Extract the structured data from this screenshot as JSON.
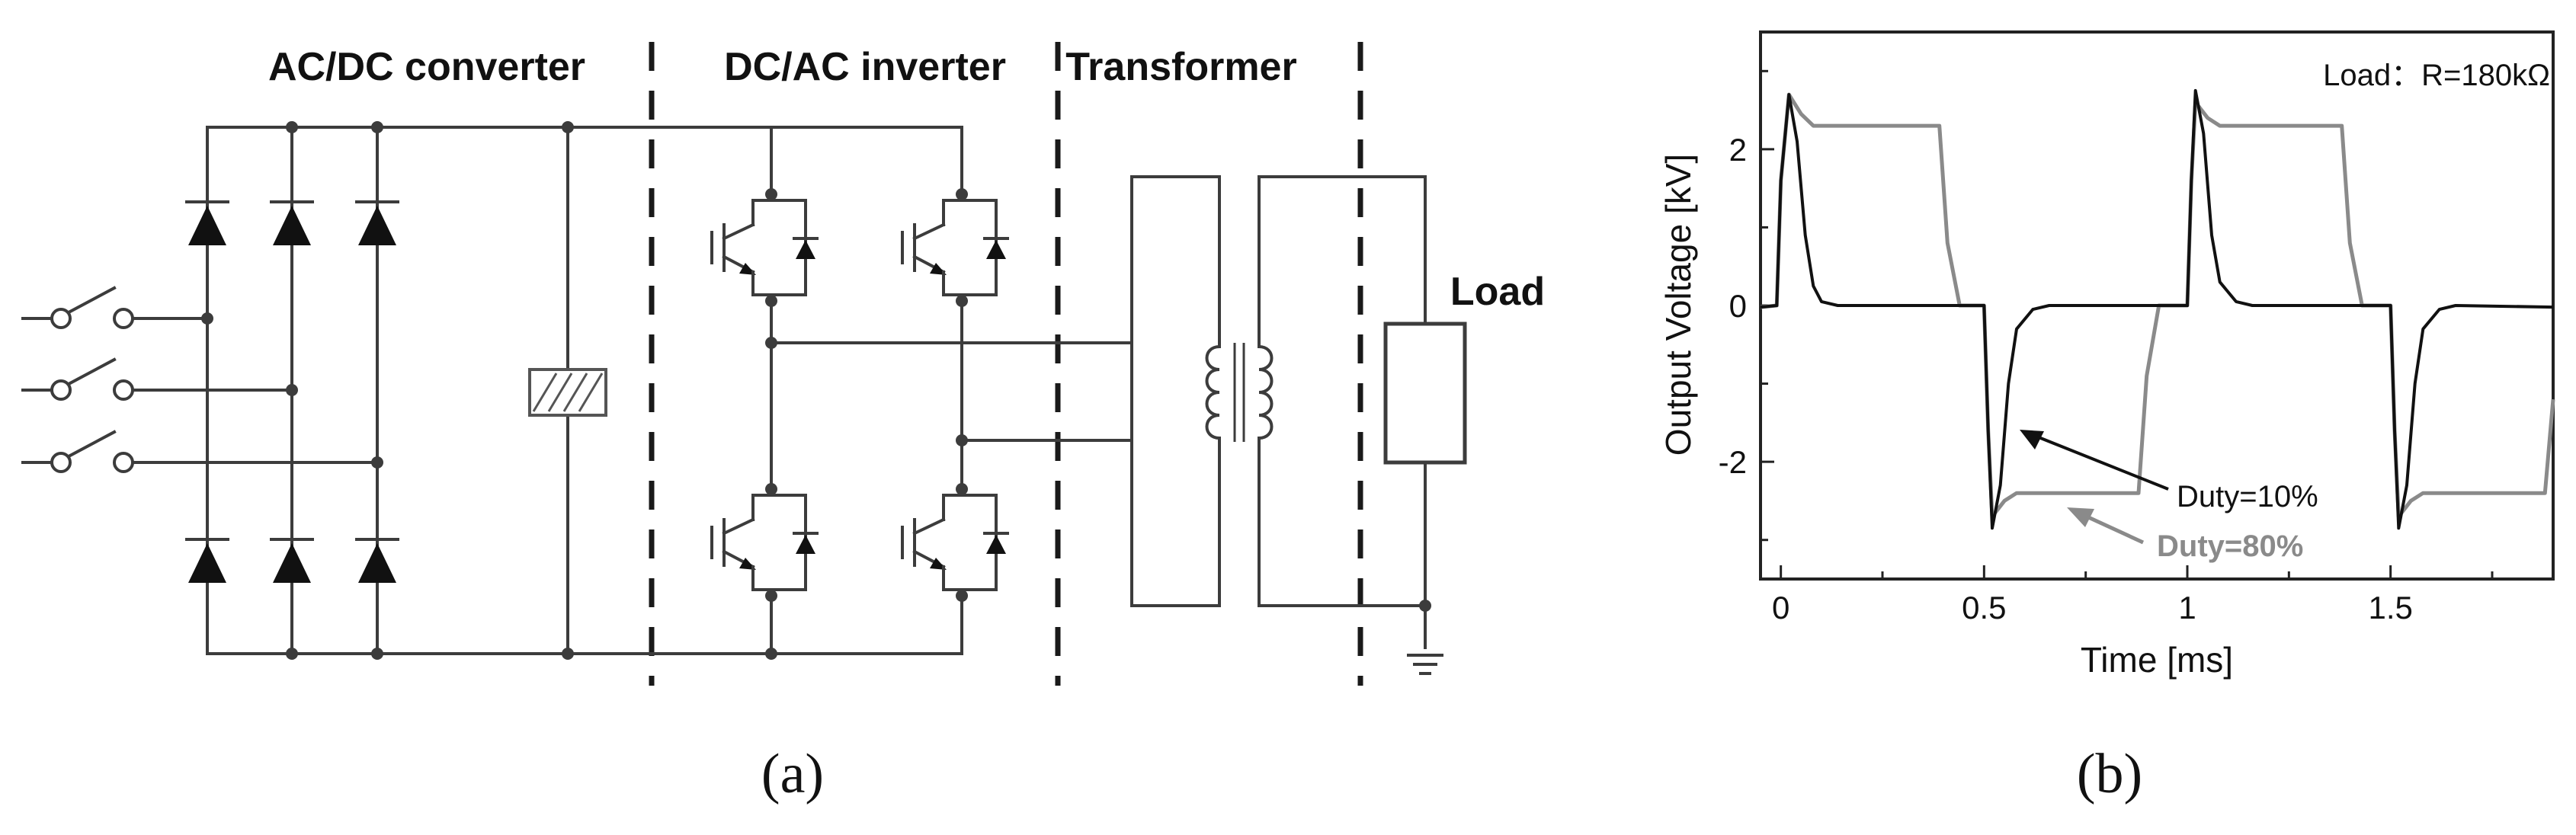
{
  "diagram": {
    "sections": {
      "acdc": "AC/DC converter",
      "dcac": "DC/AC inverter",
      "transformer": "Transformer"
    },
    "load_label": "Load",
    "caption": "(a)"
  },
  "chart_data": {
    "type": "line",
    "annotation_box": "Load：R=180kΩ",
    "xlabel": "Time [ms]",
    "ylabel": "Output Voltage [kV]",
    "xlim": [
      -0.05,
      1.9
    ],
    "ylim": [
      -3.5,
      3.5
    ],
    "xticks": [
      "0",
      "0.5",
      "1",
      "1.5"
    ],
    "yticks": [
      "2",
      "0",
      "-2"
    ],
    "grid": false,
    "caption": "(b)",
    "series": [
      {
        "name": "Duty=10%",
        "color": "#111111",
        "x": [
          -0.05,
          -0.01,
          0.0,
          0.02,
          0.04,
          0.06,
          0.08,
          0.1,
          0.14,
          0.5,
          0.51,
          0.52,
          0.54,
          0.56,
          0.58,
          0.62,
          0.66,
          1.0,
          1.01,
          1.02,
          1.04,
          1.06,
          1.08,
          1.12,
          1.16,
          1.5,
          1.51,
          1.52,
          1.54,
          1.56,
          1.58,
          1.62,
          1.66,
          1.9
        ],
        "y": [
          -0.02,
          0.0,
          1.6,
          2.7,
          2.1,
          0.9,
          0.25,
          0.05,
          0.0,
          0.0,
          -1.6,
          -2.85,
          -2.3,
          -1.0,
          -0.3,
          -0.05,
          0.0,
          0.0,
          1.6,
          2.75,
          2.2,
          0.9,
          0.3,
          0.05,
          0.0,
          0.0,
          -1.6,
          -2.85,
          -2.3,
          -1.0,
          -0.3,
          -0.05,
          0.0,
          -0.02
        ]
      },
      {
        "name": "Duty=80%",
        "color": "#8a8a8a",
        "x": [
          -0.05,
          -0.01,
          0.0,
          0.02,
          0.05,
          0.08,
          0.12,
          0.39,
          0.41,
          0.44,
          0.5,
          0.51,
          0.52,
          0.55,
          0.58,
          0.62,
          0.88,
          0.9,
          0.93,
          1.0,
          1.01,
          1.02,
          1.05,
          1.08,
          1.12,
          1.38,
          1.4,
          1.43,
          1.5,
          1.51,
          1.52,
          1.55,
          1.58,
          1.62,
          1.88,
          1.9
        ],
        "y": [
          -0.02,
          0.0,
          1.6,
          2.7,
          2.45,
          2.3,
          2.3,
          2.3,
          0.8,
          0.0,
          0.0,
          -1.6,
          -2.7,
          -2.5,
          -2.4,
          -2.4,
          -2.4,
          -0.9,
          0.0,
          0.0,
          1.6,
          2.6,
          2.4,
          2.3,
          2.3,
          2.3,
          0.8,
          0.0,
          0.0,
          -1.6,
          -2.7,
          -2.5,
          -2.4,
          -2.4,
          -2.4,
          -1.2
        ]
      }
    ],
    "annotations": [
      "Duty=10%",
      "Duty=80%"
    ]
  }
}
